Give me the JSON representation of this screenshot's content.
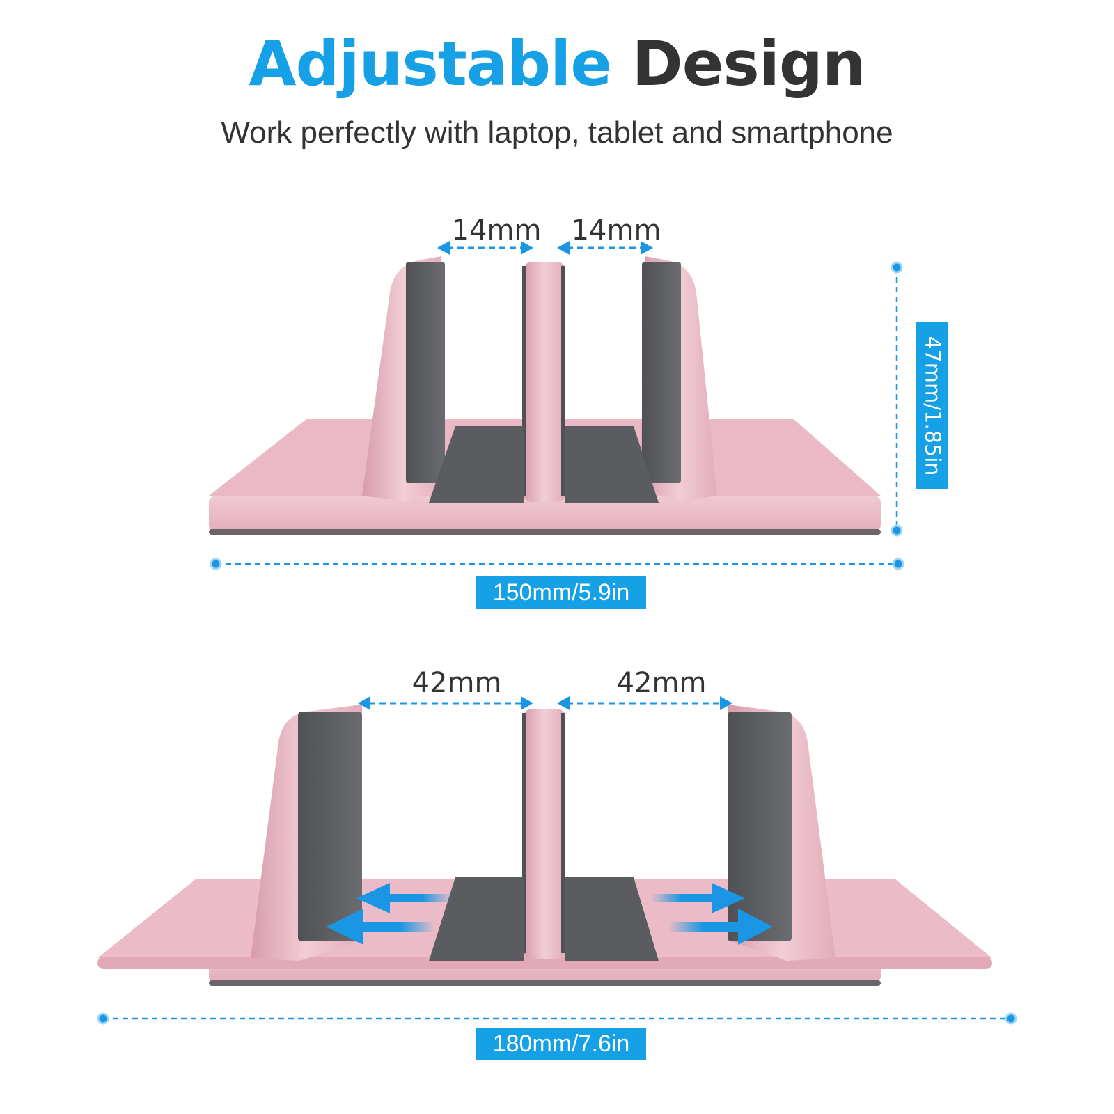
{
  "header": {
    "title_accent": "Adjustable",
    "title_rest": "Design",
    "subtitle": "Work perfectly with laptop, tablet and smartphone"
  },
  "colors": {
    "accent_blue": "#16a0e6",
    "text_dark": "#333333",
    "rose_gold": "#e9b9c4",
    "rose_gold_shadow": "#d69aaa",
    "pad_gray": "#5e6064"
  },
  "top_stand": {
    "slot_gap_left": "14mm",
    "slot_gap_right": "14mm",
    "height_label": "47mm/1.85in",
    "width_label": "150mm/5.9in"
  },
  "bottom_stand": {
    "slot_gap_left": "42mm",
    "slot_gap_right": "42mm",
    "width_label": "180mm/7.6in",
    "adjust_arrows": [
      "arrow-left",
      "arrow-left",
      "arrow-right",
      "arrow-right"
    ]
  }
}
